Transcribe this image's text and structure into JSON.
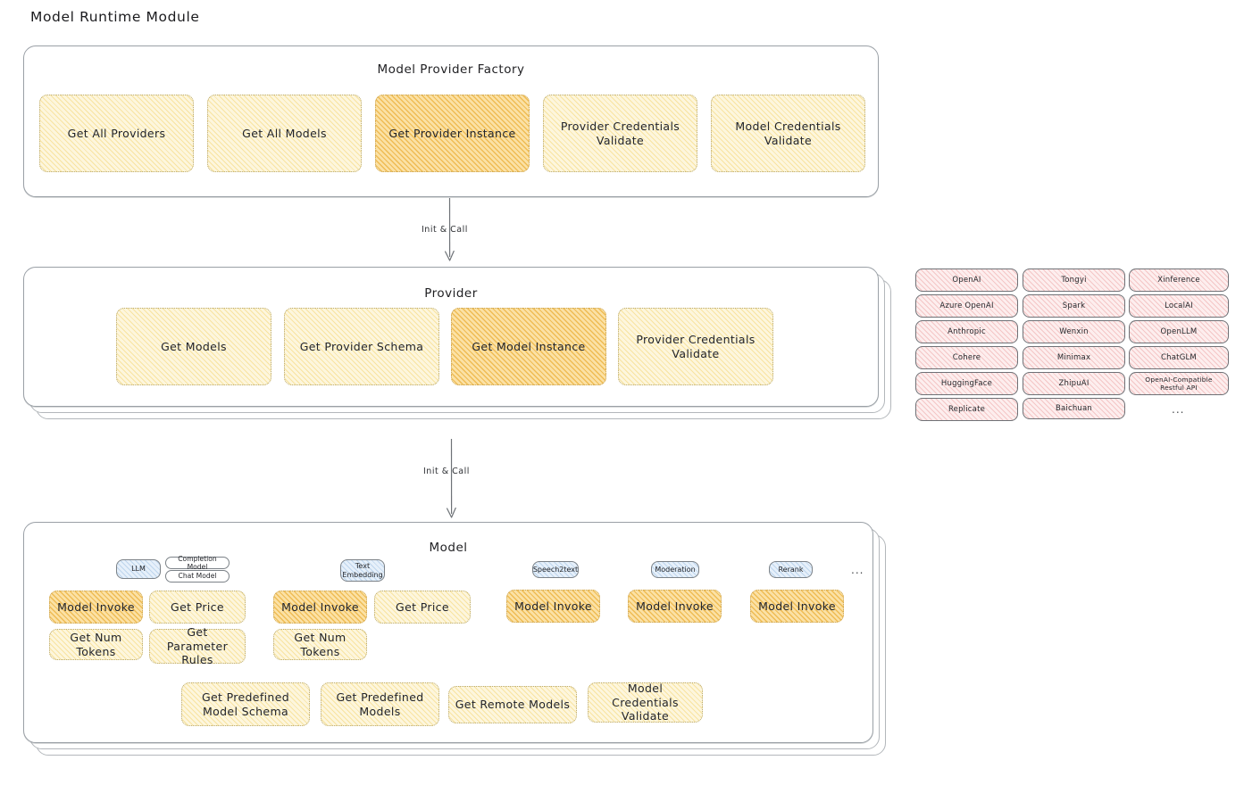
{
  "page": {
    "title": "Model Runtime Module"
  },
  "factory": {
    "title": "Model Provider Factory",
    "boxes": [
      {
        "label": "Get All Providers",
        "highlight": false
      },
      {
        "label": "Get All Models",
        "highlight": false
      },
      {
        "label": "Get Provider Instance",
        "highlight": true
      },
      {
        "label": "Provider Credentials Validate",
        "highlight": false
      },
      {
        "label": "Model Credentials Validate",
        "highlight": false
      }
    ]
  },
  "arrows": [
    {
      "label": "Init & Call"
    },
    {
      "label": "Init & Call"
    }
  ],
  "provider": {
    "title": "Provider",
    "boxes": [
      {
        "label": "Get Models",
        "highlight": false
      },
      {
        "label": "Get Provider Schema",
        "highlight": false
      },
      {
        "label": "Get Model Instance",
        "highlight": true
      },
      {
        "label": "Provider Credentials Validate",
        "highlight": false
      }
    ]
  },
  "provider_list": {
    "columns": [
      [
        "OpenAI",
        "Azure OpenAI",
        "Anthropic",
        "Cohere",
        "HuggingFace",
        "Replicate"
      ],
      [
        "Tongyi",
        "Spark",
        "Wenxin",
        "Minimax",
        "ZhipuAI",
        "Baichuan"
      ],
      [
        "Xinference",
        "LocalAI",
        "OpenLLM",
        "ChatGLM",
        "OpenAI-Compatible Restful API"
      ]
    ],
    "more": "..."
  },
  "model": {
    "title": "Model",
    "more": "...",
    "types": [
      {
        "name": "LLM",
        "subtypes": [
          "Completion Model",
          "Chat Model"
        ],
        "ops": [
          {
            "label": "Model Invoke",
            "highlight": true
          },
          {
            "label": "Get Price",
            "highlight": false
          },
          {
            "label": "Get Num Tokens",
            "highlight": false
          },
          {
            "label": "Get Parameter Rules",
            "highlight": false
          }
        ]
      },
      {
        "name": "Text Embedding",
        "subtypes": [],
        "ops": [
          {
            "label": "Model Invoke",
            "highlight": true
          },
          {
            "label": "Get Price",
            "highlight": false
          },
          {
            "label": "Get Num Tokens",
            "highlight": false
          }
        ]
      },
      {
        "name": "Speech2text",
        "subtypes": [],
        "ops": [
          {
            "label": "Model Invoke",
            "highlight": true
          }
        ]
      },
      {
        "name": "Moderation",
        "subtypes": [],
        "ops": [
          {
            "label": "Model Invoke",
            "highlight": true
          }
        ]
      },
      {
        "name": "Rerank",
        "subtypes": [],
        "ops": [
          {
            "label": "Model Invoke",
            "highlight": true
          }
        ]
      }
    ],
    "common_ops": [
      {
        "label": "Get Predefined Model Schema"
      },
      {
        "label": "Get Predefined Models"
      },
      {
        "label": "Get Remote Models"
      },
      {
        "label": "Model Credentials Validate"
      }
    ]
  },
  "colors": {
    "highlight_fill": "#fbe1a5",
    "light_fill": "#fdf6dd",
    "provider_chip_fill": "#fdeeee",
    "type_chip_fill": "#e6f0fa",
    "card_border": "#9aa0a6"
  }
}
